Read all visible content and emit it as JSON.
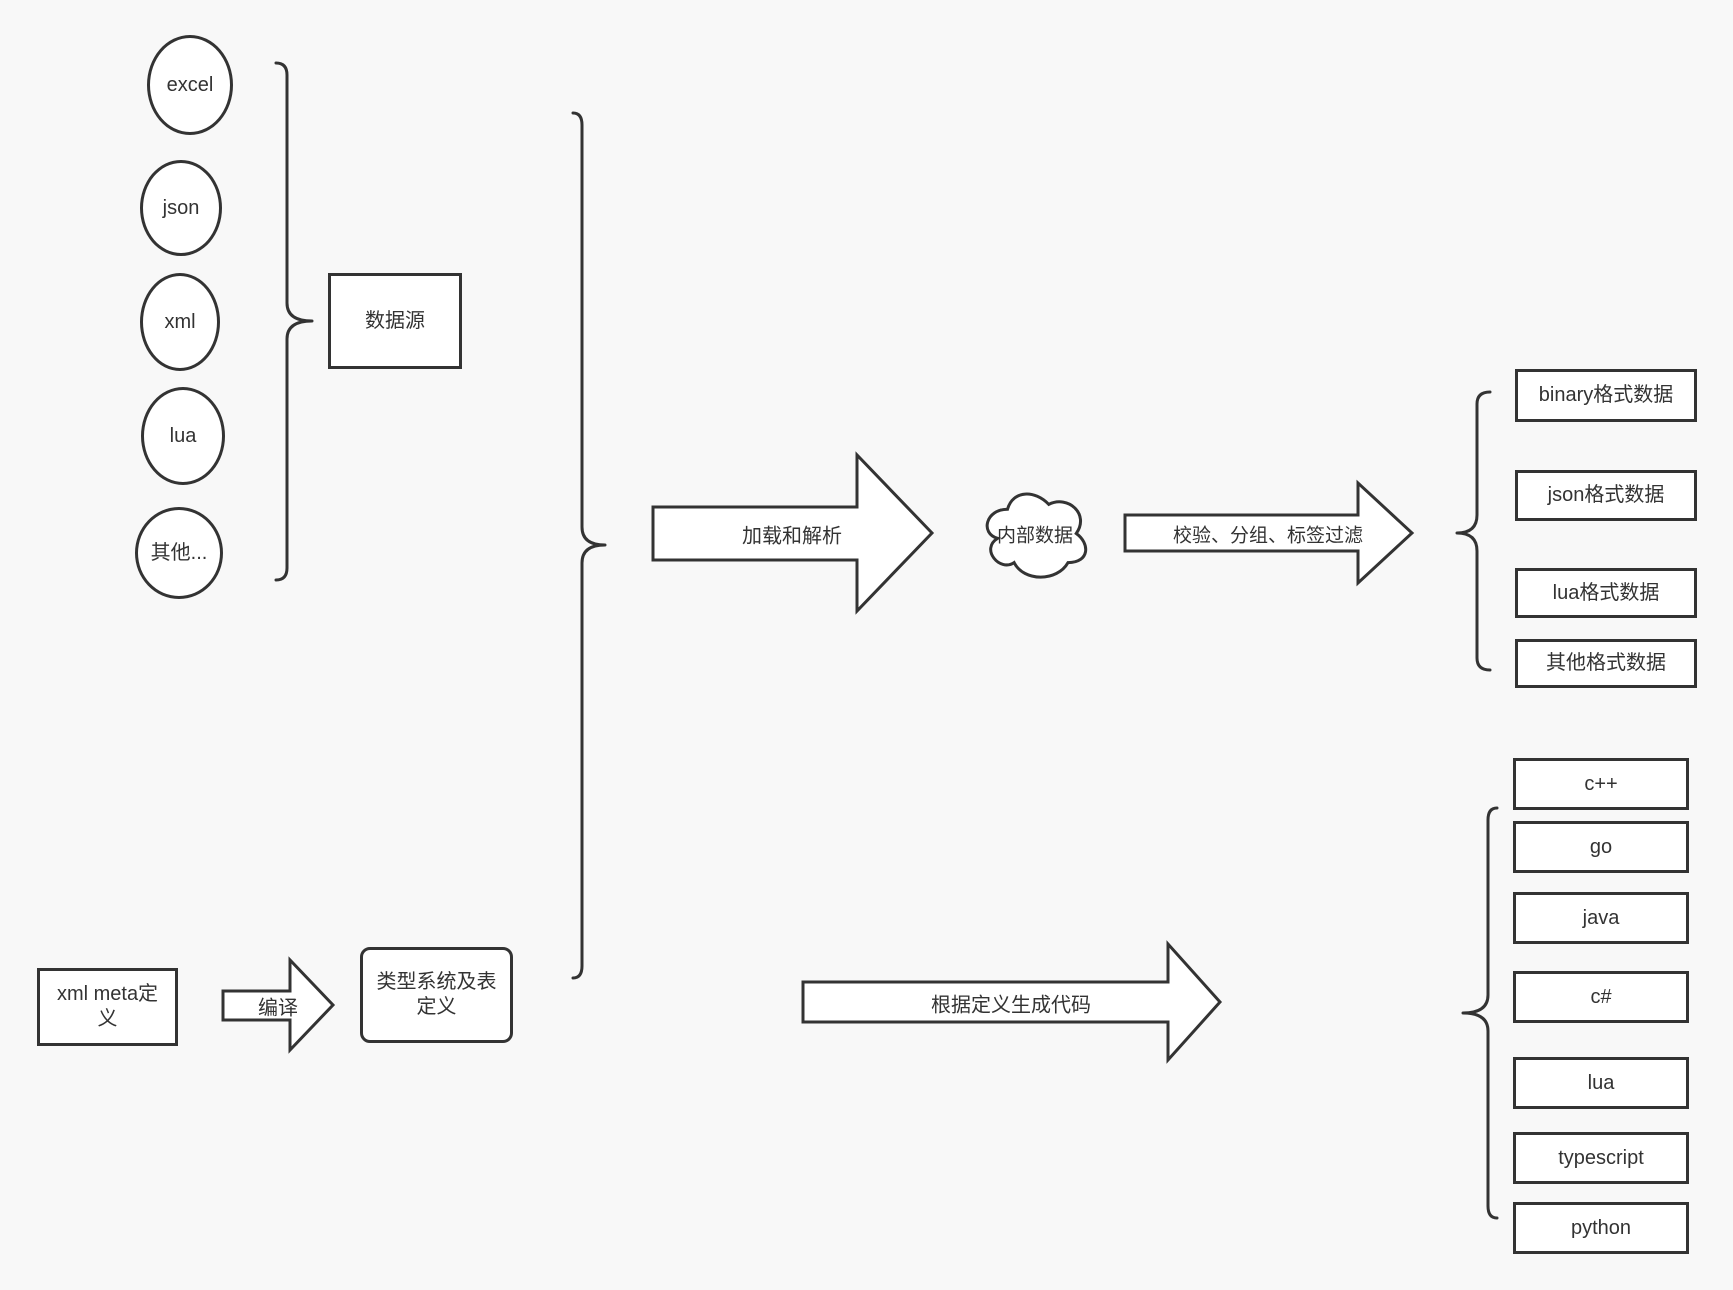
{
  "diagram": {
    "sources": {
      "items": [
        "excel",
        "json",
        "xml",
        "lua",
        "其他..."
      ],
      "group_label": "数据源"
    },
    "pipeline": {
      "load_parse_arrow": "加载和解析",
      "internal_data_cloud": "内部数据",
      "filter_arrow": "校验、分组、标签过滤",
      "codegen_arrow": "根据定义生成代码",
      "compile_arrow": "编译"
    },
    "definitions": {
      "xml_meta_box": "xml meta定义",
      "type_system_box": "类型系统及表定义"
    },
    "outputs": {
      "data_formats": [
        "binary格式数据",
        "json格式数据",
        "lua格式数据",
        "其他格式数据"
      ],
      "languages": [
        "c++",
        "go",
        "java",
        "c#",
        "lua",
        "typescript",
        "python"
      ]
    },
    "colors": {
      "background": "#f8f8f8",
      "stroke": "#333333",
      "node_fill": "#ffffff",
      "text": "#333333"
    }
  }
}
